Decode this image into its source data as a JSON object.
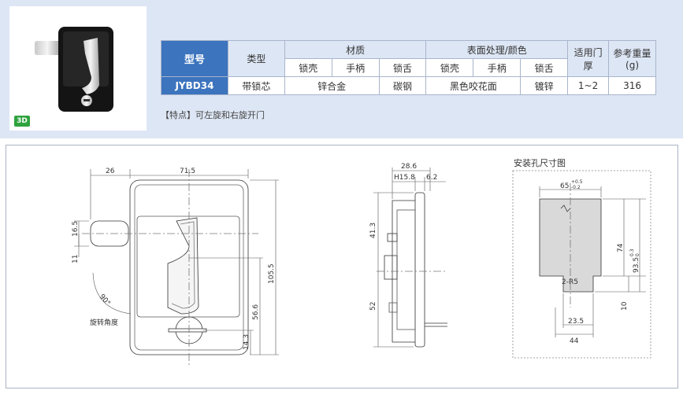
{
  "badge_3d": "3D",
  "table": {
    "headers": {
      "model": "型号",
      "type": "类型",
      "material": "材质",
      "surface": "表面处理/颜色",
      "door": "适用门厚",
      "weight": "参考重量(g)"
    },
    "sub_headers": [
      "锁壳",
      "手柄",
      "锁舌",
      "锁壳",
      "手柄",
      "锁舌"
    ],
    "row": {
      "model": "JYBD34",
      "type": "带锁芯",
      "material_body_handle": "锌合金",
      "material_tongue": "碳钢",
      "surface_body_handle": "黑色咬花面",
      "surface_tongue": "镀锌",
      "door_thickness": "1~2",
      "weight": "316"
    }
  },
  "feature_text": "【特点】可左旋和右旋开门",
  "drawing": {
    "front_dims": {
      "offset_width": "26",
      "body_width": "71.5",
      "tongue_height": "16.5",
      "tongue_offset": "11",
      "total_height": "105.5",
      "lower_height": "56.6",
      "bottom_offset": "14.3",
      "rotation_angle": "90°",
      "rotation_label": "旋转角度"
    },
    "side_dims": {
      "total_depth": "28.6",
      "h_dim": "H15.8",
      "flange": "6.2",
      "upper_height": "41.3",
      "lower_height": "52"
    },
    "cutout": {
      "title": "安装孔尺寸图",
      "width": "65",
      "width_tol_upper": "+0.5",
      "width_tol_lower": "-0.2",
      "height_inner": "74",
      "height_total": "93.5",
      "height_tol_upper": "0.3",
      "height_tol_lower": "0",
      "corner_radius": "2-R5",
      "notch_width": "23.5",
      "bottom_width": "44",
      "notch_height": "10"
    }
  }
}
